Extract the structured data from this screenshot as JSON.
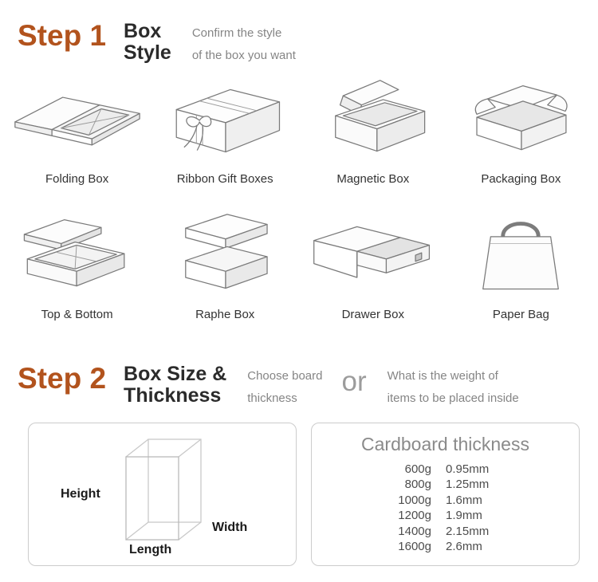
{
  "colors": {
    "accent": "#b2531d",
    "text_dark": "#2b2b2b",
    "text_gray": "#858585",
    "line": "#7a7a7a"
  },
  "step1": {
    "step_label": "Step 1",
    "title_line1": "Box",
    "title_line2": "Style",
    "desc_line1": "Confirm the style",
    "desc_line2": "of the box you want",
    "boxes": [
      {
        "label": "Folding Box",
        "icon": "folding-box-icon"
      },
      {
        "label": "Ribbon Gift Boxes",
        "icon": "ribbon-gift-boxes-icon"
      },
      {
        "label": "Magnetic Box",
        "icon": "magnetic-box-icon"
      },
      {
        "label": "Packaging Box",
        "icon": "packaging-box-icon"
      },
      {
        "label": "Top & Bottom",
        "icon": "top-bottom-box-icon"
      },
      {
        "label": "Raphe Box",
        "icon": "raphe-box-icon"
      },
      {
        "label": "Drawer Box",
        "icon": "drawer-box-icon"
      },
      {
        "label": "Paper Bag",
        "icon": "paper-bag-icon"
      }
    ]
  },
  "step2": {
    "step_label": "Step 2",
    "title_line1": "Box Size &",
    "title_line2": "Thickness",
    "desc1_line1": "Choose board",
    "desc1_line2": "thickness",
    "or_label": "or",
    "desc2_line1": "What is the weight of",
    "desc2_line2": "items to be placed inside",
    "size_panel": {
      "height_label": "Height",
      "width_label": "Width",
      "length_label": "Length"
    },
    "thickness_panel": {
      "title": "Cardboard thickness",
      "rows": [
        {
          "weight": "600g",
          "thickness": "0.95mm"
        },
        {
          "weight": "800g",
          "thickness": "1.25mm"
        },
        {
          "weight": "1000g",
          "thickness": "1.6mm"
        },
        {
          "weight": "1200g",
          "thickness": "1.9mm"
        },
        {
          "weight": "1400g",
          "thickness": "2.15mm"
        },
        {
          "weight": "1600g",
          "thickness": "2.6mm"
        }
      ]
    }
  }
}
